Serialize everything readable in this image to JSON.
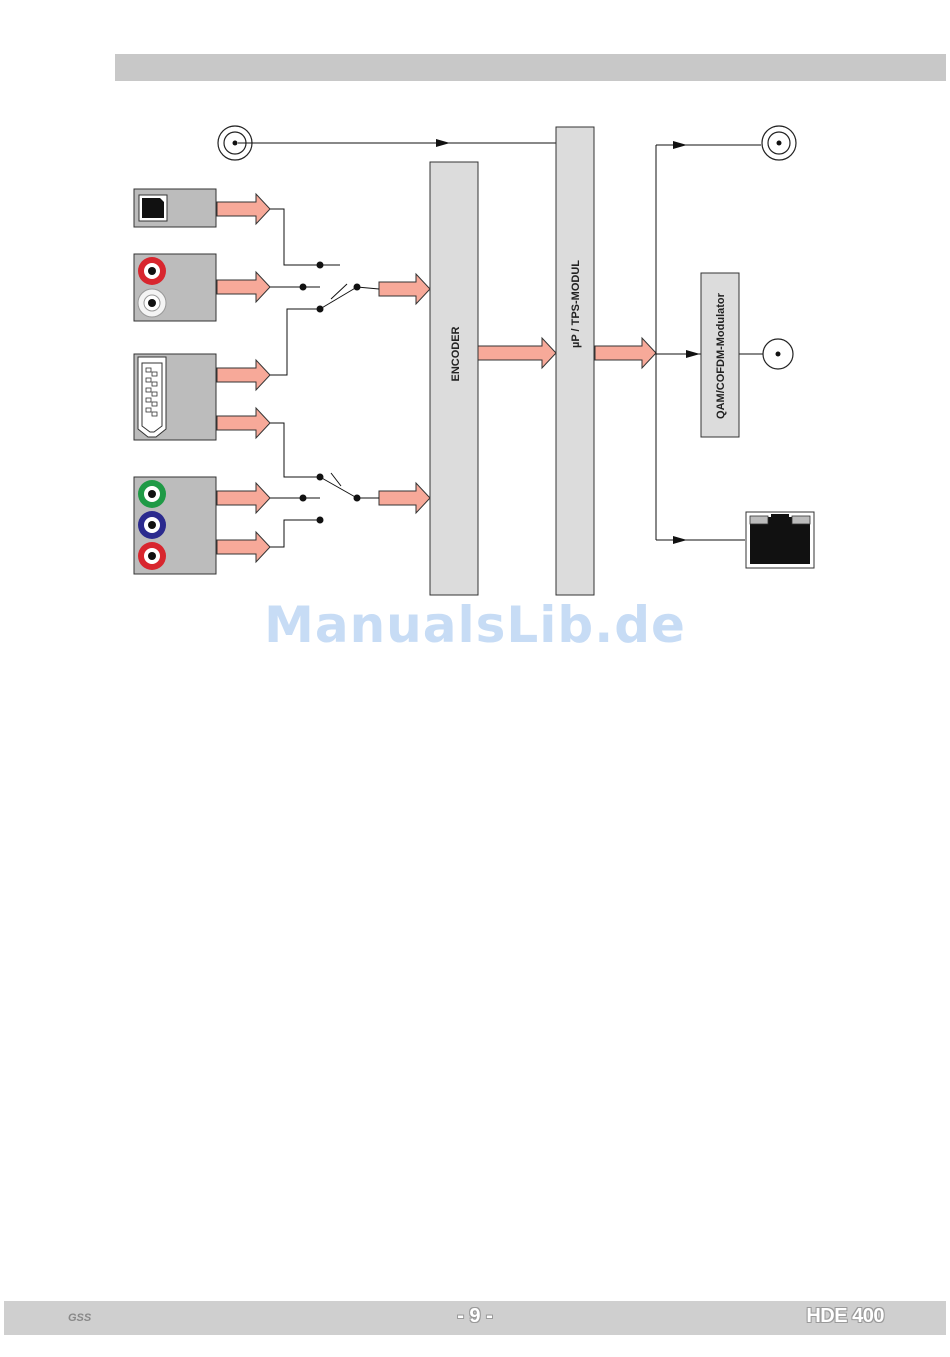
{
  "diagram": {
    "encoder_label": "ENCODER",
    "module_label": "µP / TPS-MODUL",
    "modulator_label": "QAM/COFDM-Modulator"
  },
  "watermark": "ManualsLib.de",
  "footer": {
    "logo": "GSS",
    "page": "- 9 -",
    "model": "HDE 400"
  },
  "colors": {
    "arrow_fill": "#f7a999",
    "block_fill": "#dcdcdc",
    "connector_gray": "#b8b8b8",
    "rca_red": "#d8262e",
    "rca_green": "#1f9a46",
    "rca_blue": "#2b2a8e"
  }
}
